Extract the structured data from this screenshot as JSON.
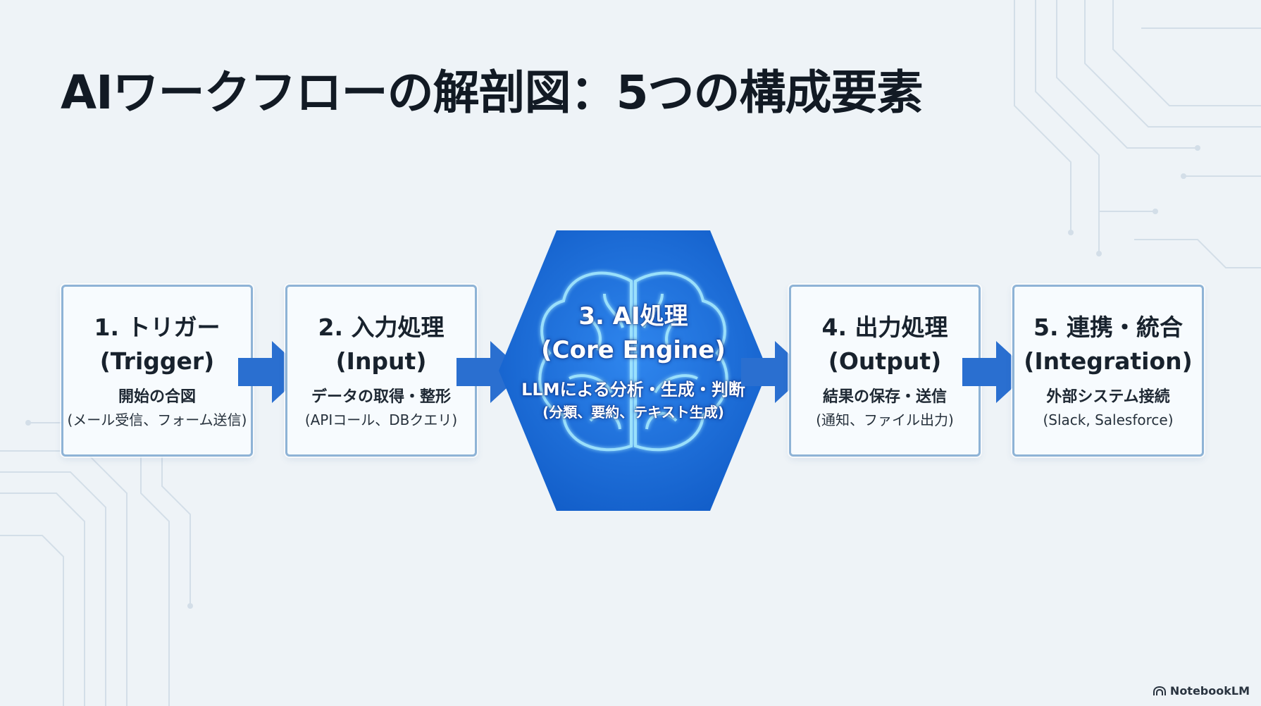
{
  "title": "AIワークフローの解剖図：5つの構成要素",
  "steps": [
    {
      "title_line1": "1. トリガー",
      "title_line2": "(Trigger)",
      "description": "開始の合図",
      "note": "(メール受信、フォーム送信)"
    },
    {
      "title_line1": "2. 入力処理",
      "title_line2": "(Input)",
      "description": "データの取得・整形",
      "note": "(APIコール、DBクエリ)"
    },
    {
      "title_line1": "3. AI処理",
      "title_line2": "(Core Engine)",
      "description": "LLMによる分析・生成・判断",
      "note": "(分類、要約、テキスト生成)"
    },
    {
      "title_line1": "4. 出力処理",
      "title_line2": "(Output)",
      "description": "結果の保存・送信",
      "note": "(通知、ファイル出力)"
    },
    {
      "title_line1": "5. 連携・統合",
      "title_line2": "(Integration)",
      "description": "外部システム接続",
      "note": "(Slack, Salesforce)"
    }
  ],
  "brand": {
    "label": "NotebookLM",
    "icon": "notebooklm-logo-icon"
  },
  "colors": {
    "background": "#eef3f7",
    "box_border": "#8eb3d6",
    "arrow": "#2a6fd0",
    "core": "#1f6fd8",
    "core_glow": "#9fe4ff"
  },
  "icons": [
    "right-arrow-icon",
    "brain-icon"
  ]
}
